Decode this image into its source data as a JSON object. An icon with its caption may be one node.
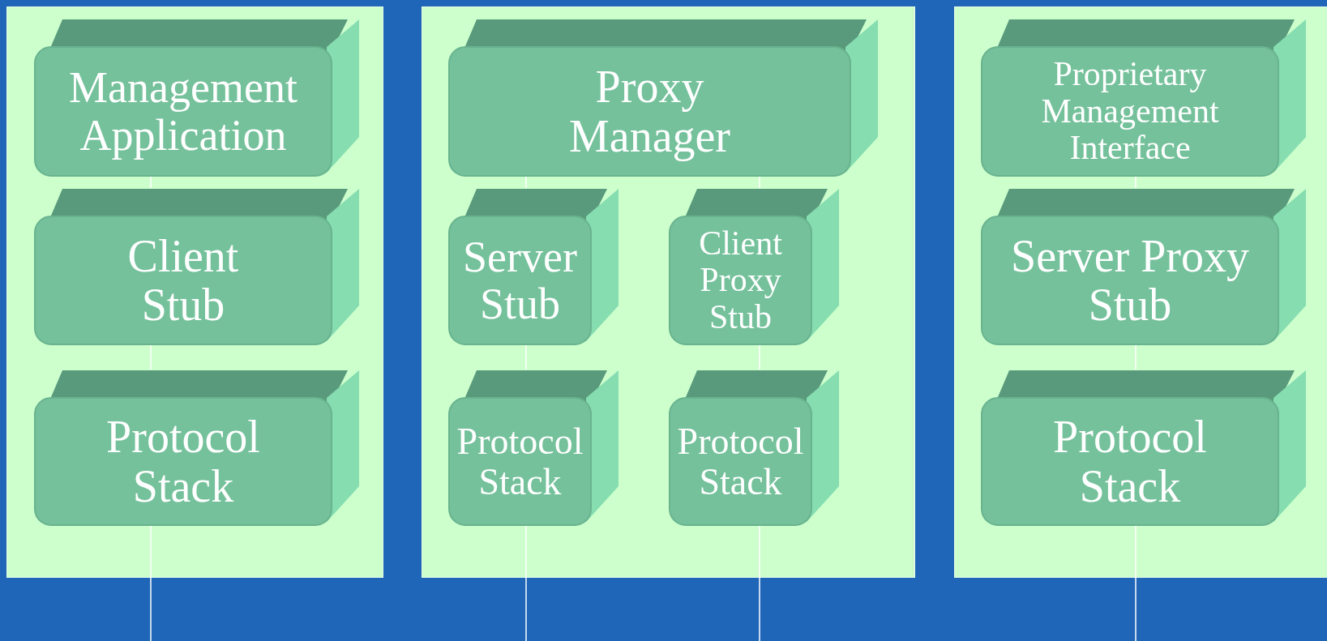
{
  "diagram": {
    "nodes": [
      {
        "text": [],
        "shape": "box"
      },
      {
        "text": [
          "Management Application"
        ],
        "in": 0
      },
      {
        "text": [
          "Client Stub"
        ],
        "in": 0
      },
      {
        "text": [
          "Protocol Stack"
        ],
        "in": 0
      },
      {
        "text": [],
        "shape": "box"
      },
      {
        "text": [
          "Proxy Manager"
        ],
        "in": 4
      },
      {
        "text": [
          "Server Stub"
        ],
        "in": 4
      },
      {
        "text": [
          "Client Proxy Stub"
        ],
        "in": 4
      },
      {
        "text": [
          "Protocol Stack"
        ],
        "in": 4
      },
      {
        "text": [
          "Protocol Stack"
        ],
        "in": 4
      },
      {
        "text": [],
        "shape": "box"
      },
      {
        "text": [
          "Proprietary Management Interface"
        ],
        "in": 10
      },
      {
        "text": [
          "Server Proxy Stub"
        ],
        "in": 10
      },
      {
        "text": [
          "Protocol Stack"
        ],
        "in": 10
      }
    ],
    "edges": [
      {
        "from": 1,
        "to": 2,
        "arrow": "none"
      },
      {
        "from": 2,
        "to": 3,
        "arrow": "none"
      },
      {
        "from": 3,
        "to": null,
        "arrow": "none"
      },
      {
        "from": 5,
        "to": 6,
        "arrow": "none"
      },
      {
        "from": 6,
        "to": 8,
        "arrow": "none"
      },
      {
        "from": 8,
        "to": null,
        "arrow": "none"
      },
      {
        "from": 5,
        "to": 7,
        "arrow": "none"
      },
      {
        "from": 7,
        "to": 9,
        "arrow": "none"
      },
      {
        "from": 9,
        "to": null,
        "arrow": "none"
      },
      {
        "from": 11,
        "to": 12,
        "arrow": "none"
      },
      {
        "from": 12,
        "to": 13,
        "arrow": "none"
      },
      {
        "from": 13,
        "to": null,
        "arrow": "none"
      }
    ]
  }
}
